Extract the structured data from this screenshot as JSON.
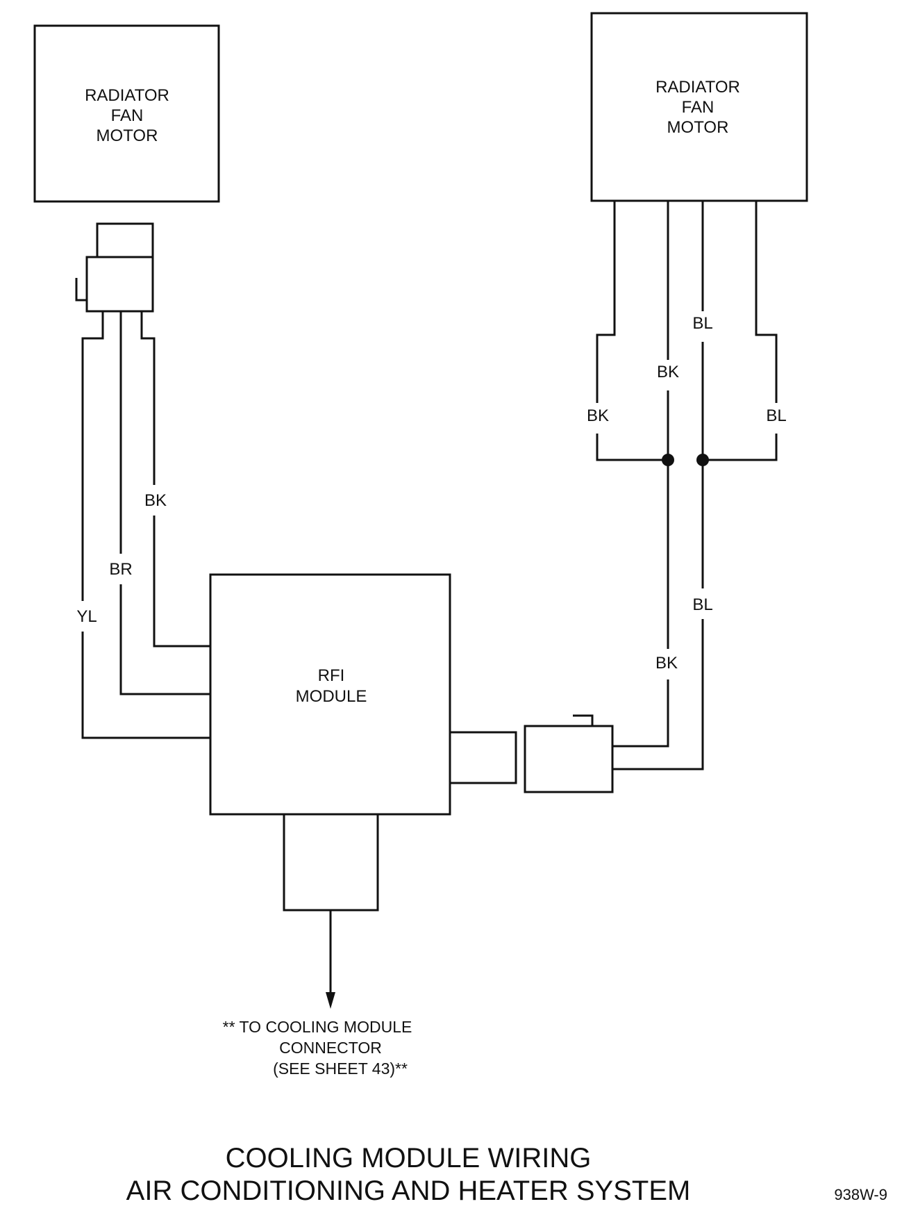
{
  "components": {
    "left_motor": [
      "RADIATOR",
      "FAN",
      "MOTOR"
    ],
    "right_motor": [
      "RADIATOR",
      "FAN",
      "MOTOR"
    ],
    "rfi_module": [
      "RFI",
      "MODULE"
    ]
  },
  "wire_labels": {
    "left_bk": "BK",
    "left_br": "BR",
    "left_yl": "YL",
    "right_bl_top": "BL",
    "right_bk_top": "BK",
    "right_bk_branch": "BK",
    "right_bl_branch": "BL",
    "right_bl_lower": "BL",
    "right_bk_lower": "BK"
  },
  "note": [
    "** TO COOLING MODULE",
    "CONNECTOR",
    "(SEE SHEET 43)**"
  ],
  "title": [
    "COOLING MODULE WIRING",
    "AIR CONDITIONING AND HEATER SYSTEM"
  ],
  "figure_code": "938W-9"
}
